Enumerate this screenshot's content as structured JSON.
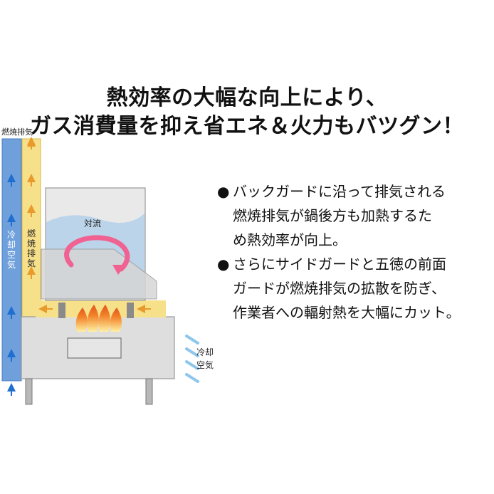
{
  "headline": {
    "line1": "熱効率の大幅な向上により、",
    "line2": "ガス消費量を抑え省エネ＆火力もバツグン！"
  },
  "bullets": [
    {
      "marker": "●",
      "lines": [
        "バックガードに沿って排気される",
        "燃焼排気が鍋後方も加熱するた",
        "め熱効率が向上。"
      ]
    },
    {
      "marker": "●",
      "lines": [
        "さらにサイドガードと五徳の前面",
        "ガードが燃焼排気の拡散を防ぎ、",
        "作業者への輻射熱を大幅にカット。"
      ]
    }
  ],
  "diagram": {
    "label_exhaust_top": "燃焼排気",
    "label_cooling_air_left": [
      "冷",
      "却",
      "空",
      "気"
    ],
    "label_exhaust_vertical": [
      "燃",
      "焼",
      "排",
      "気"
    ],
    "label_convection": "対流",
    "label_cooling_air_right": [
      "冷却",
      "空気"
    ],
    "colors": {
      "cooling_channel": "#6fa0dc",
      "exhaust_channel": "#f7e08a",
      "arrow_blue": "#1f6fcf",
      "arrow_orange": "#e89a2b",
      "steel": "#dedede",
      "pot_liquid": "#bcd4ea",
      "convection": "#f06292",
      "flame": "#f2832a"
    }
  }
}
